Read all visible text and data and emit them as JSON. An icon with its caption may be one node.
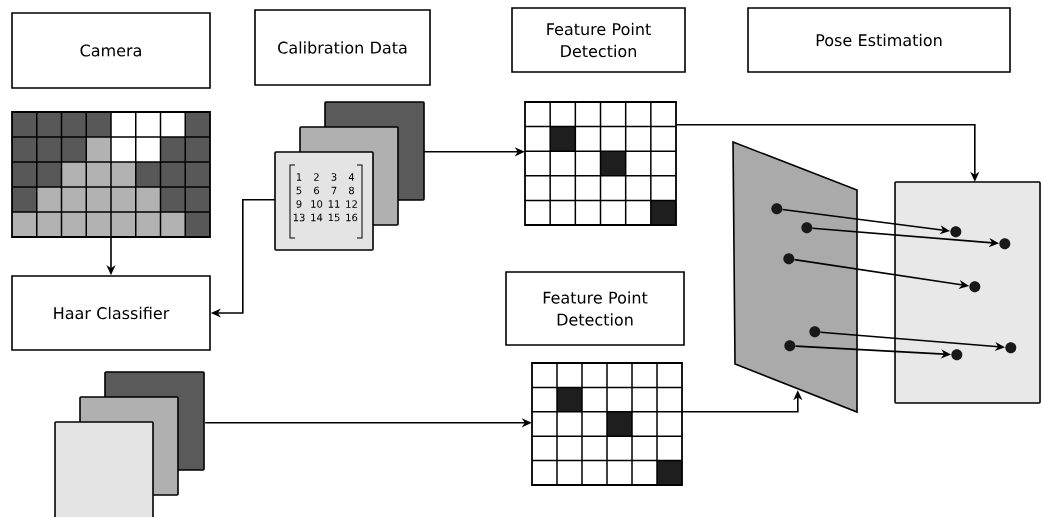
{
  "diagram": {
    "nodes": [
      {
        "text": [
          "Camera"
        ]
      },
      {
        "text": [
          "Calibration Data"
        ]
      },
      {
        "text": [
          "Feature Point Detection"
        ]
      },
      {
        "text": [
          "Pose Estimation"
        ]
      },
      {
        "text": [
          "Haar Classifier"
        ]
      },
      {
        "text": [
          "Feature Point Detection"
        ]
      },
      {
        "text": [],
        "shape": "picture"
      },
      {
        "text": [],
        "shape": "picture"
      },
      {
        "text": [],
        "shape": "picture"
      },
      {
        "text": [],
        "shape": "picture"
      },
      {
        "text": [],
        "shape": "picture"
      },
      {
        "text": [],
        "shape": "box"
      },
      {
        "text": [],
        "shape": "box"
      },
      {
        "text": [],
        "shape": "circle",
        "in": 11
      },
      {
        "text": [],
        "shape": "circle",
        "in": 11
      },
      {
        "text": [],
        "shape": "circle",
        "in": 11
      },
      {
        "text": [],
        "shape": "circle",
        "in": 11
      },
      {
        "text": [],
        "shape": "circle",
        "in": 11
      },
      {
        "text": [],
        "shape": "circle",
        "in": 12
      },
      {
        "text": [],
        "shape": "circle",
        "in": 12
      },
      {
        "text": [],
        "shape": "circle",
        "in": 12
      },
      {
        "text": [],
        "shape": "circle",
        "in": 12
      },
      {
        "text": [],
        "shape": "circle",
        "in": 12
      }
    ],
    "edges": [
      {
        "from": 6,
        "to": 4,
        "arrow": "to"
      },
      {
        "from": 7,
        "to": 4,
        "arrow": "to"
      },
      {
        "from": 7,
        "to": 8,
        "arrow": "to"
      },
      {
        "from": 8,
        "to": 12,
        "arrow": "to"
      },
      {
        "from": 9,
        "to": 10,
        "arrow": "to"
      },
      {
        "from": 10,
        "to": 11,
        "arrow": "to"
      },
      {
        "from": 13,
        "to": 18,
        "arrow": "to"
      },
      {
        "from": 14,
        "to": 19,
        "arrow": "to"
      },
      {
        "from": 15,
        "to": 20,
        "arrow": "to"
      },
      {
        "from": 16,
        "to": 21,
        "arrow": "to"
      },
      {
        "from": 17,
        "to": 22,
        "arrow": "to"
      }
    ],
    "labels": [
      "1",
      "2",
      "3",
      "4",
      "5",
      "6",
      "7",
      "8",
      "9",
      "10",
      "11",
      "12",
      "13",
      "14",
      "15",
      "16"
    ]
  }
}
